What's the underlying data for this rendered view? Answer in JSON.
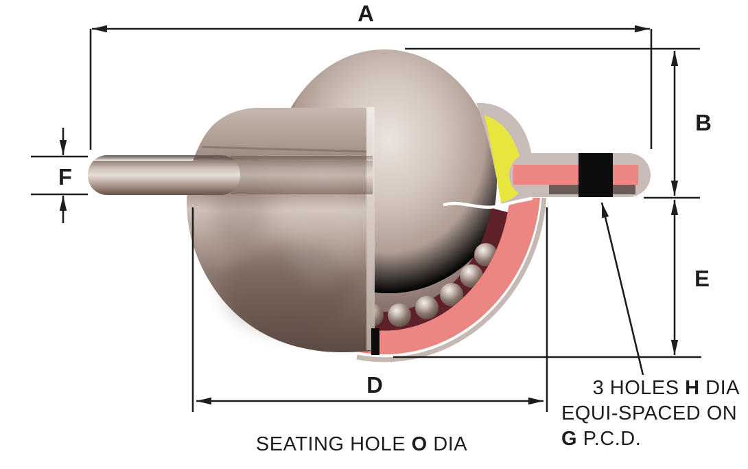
{
  "labels": {
    "a": "A",
    "b": "B",
    "d": "D",
    "e": "E",
    "f": "F"
  },
  "notes": {
    "holes_l1a": "3 HOLES ",
    "holes_l1b": "H",
    "holes_l1c": " DIA",
    "holes_l2": "EQUI-SPACED ON",
    "holes_l3a": "G",
    "holes_l3b": " P.C.D.",
    "seating_a": "SEATING HOLE ",
    "seating_b": "O",
    "seating_c": " DIA"
  },
  "colors": {
    "line": "#1d1d1b",
    "seal_yellow": "#e8e53e",
    "housing_pink": "#ec8682",
    "cavity_maroon": "#5e2129",
    "shell_gray": "#c8bcb8",
    "strip_brown": "#6b5c55",
    "hole_black": "#0d0d0d",
    "metal_light": "#e9e2dc",
    "metal_dark": "#6b574e"
  }
}
